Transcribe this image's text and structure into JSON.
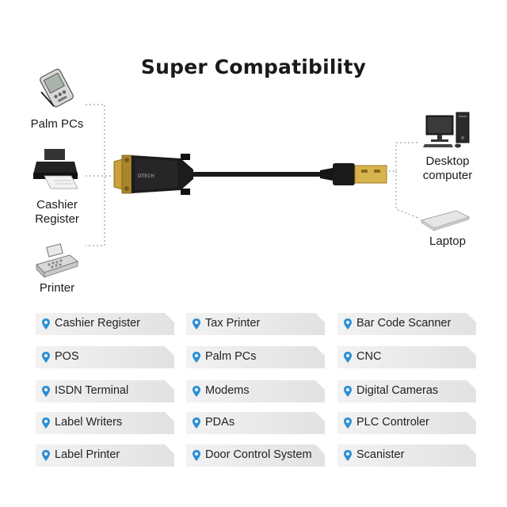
{
  "title": "Super Compatibility",
  "left_devices": [
    {
      "label": "Palm PCs",
      "icon": "pda-icon"
    },
    {
      "label": "Cashier\nRegister",
      "icon": "cashier-register-icon"
    },
    {
      "label": "Printer",
      "icon": "printer-icon"
    }
  ],
  "right_devices": [
    {
      "label": "Desktop\ncomputer",
      "icon": "desktop-computer-icon"
    },
    {
      "label": "Laptop",
      "icon": "laptop-icon"
    }
  ],
  "cable": {
    "brand": "DTECH"
  },
  "compat_list": [
    [
      "Cashier Register",
      "Tax Printer",
      "Bar Code Scanner"
    ],
    [
      "POS",
      "Palm PCs",
      "CNC"
    ],
    [
      "ISDN Terminal",
      "Modems",
      "Digital Cameras"
    ],
    [
      "Label Writers",
      "PDAs",
      "PLC Controler"
    ],
    [
      "Label Printer",
      "Door Control System",
      "Scanister"
    ]
  ],
  "colors": {
    "pin": "#2b8fd6",
    "tile": "#e6e6e6",
    "cable": "#1a1a1a",
    "usb_gold": "#c9a13a"
  }
}
